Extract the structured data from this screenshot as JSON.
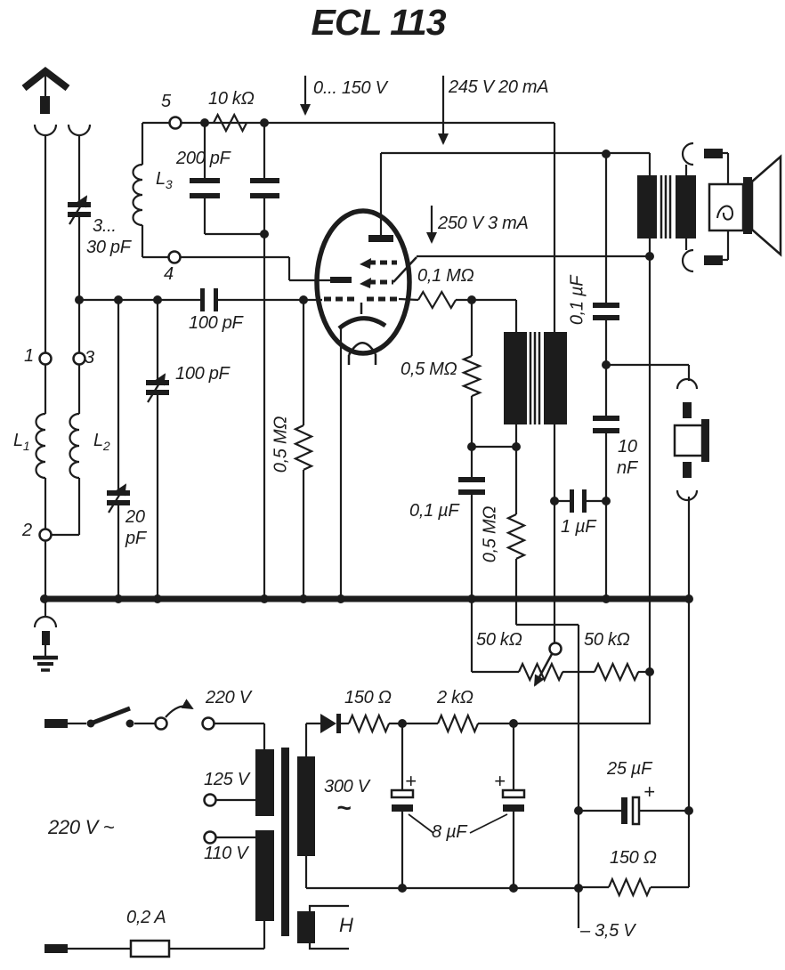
{
  "title": "ECL 113",
  "colors": {
    "ink": "#1c1c1c",
    "background": "#ffffff"
  },
  "annotations": {
    "regen_voltage": "0... 150 V",
    "pentode_anode": "245 V 20 mA",
    "screen_supply": "250 V 3 mA",
    "bias_voltage": "– 3,5 V",
    "mains": "220 V ~",
    "ht_winding": "300 V",
    "ht_winding_ac": "~",
    "plus": "+"
  },
  "terminals": {
    "t1": "1",
    "t2": "2",
    "t3": "3",
    "t4": "4",
    "t5": "5"
  },
  "coils": {
    "l1": {
      "base": "L",
      "sub": "1"
    },
    "l2": {
      "base": "L",
      "sub": "2"
    },
    "l3": {
      "base": "L",
      "sub": "3"
    }
  },
  "components": {
    "r_osc": "10 kΩ",
    "c_osc": "200 pF",
    "c_ant_trim_line1": "3...",
    "c_ant_trim_line2": "30 pF",
    "c_grid": "100 pF",
    "c_tune_trim": "100 pF",
    "c_pad_line1": "20",
    "c_pad_line2": "pF",
    "r_gridleak": "0,5 MΩ",
    "r_coupling": "0,1 MΩ",
    "r_damp": "0,5 MΩ",
    "c_couple_left": "0,1 µF",
    "c_anode_right": "0,1 µF",
    "c_tone_line1": "10",
    "c_tone_line2": "nF",
    "r_gridbias": "0,5 MΩ",
    "c_regen": "1 µF",
    "pot_regen": "50 kΩ",
    "r_regen": "50 kΩ",
    "tap_220": "220 V",
    "tap_125": "125 V",
    "tap_110": "110 V",
    "fuse": "0,2 A",
    "r_filter1": "150 Ω",
    "r_filter2": "2 kΩ",
    "c_smooth": "8 µF",
    "c_bias": "25 µF",
    "r_bias": "150 Ω",
    "heater": "H"
  }
}
